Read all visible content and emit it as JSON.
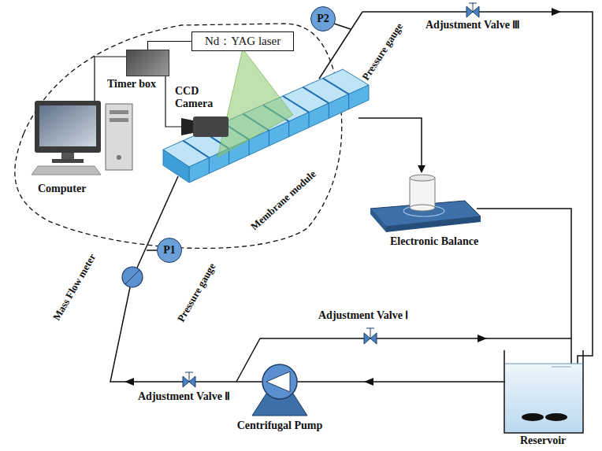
{
  "diagram": {
    "nodes": [
      {
        "text": [
          "Nd：YAG laser"
        ]
      },
      {
        "text": [
          "Timer box"
        ]
      },
      {
        "text": [
          "P2"
        ]
      },
      {
        "text": [
          "P1"
        ]
      }
    ],
    "edges": [
      {
        "from": 0,
        "to": 1,
        "arrow": "none"
      }
    ],
    "labels": [
      "CCD Camera",
      "Computer",
      "Membrane module",
      "Pressure gauge",
      "Adjustment Valve Ⅲ",
      "Electronic Balance",
      "Adjustment Valve Ⅰ",
      "Pressure gauge",
      "Mass Flow meter",
      "Adjustment Valve Ⅱ",
      "Centrifugal Pump",
      "Reservoir"
    ]
  }
}
